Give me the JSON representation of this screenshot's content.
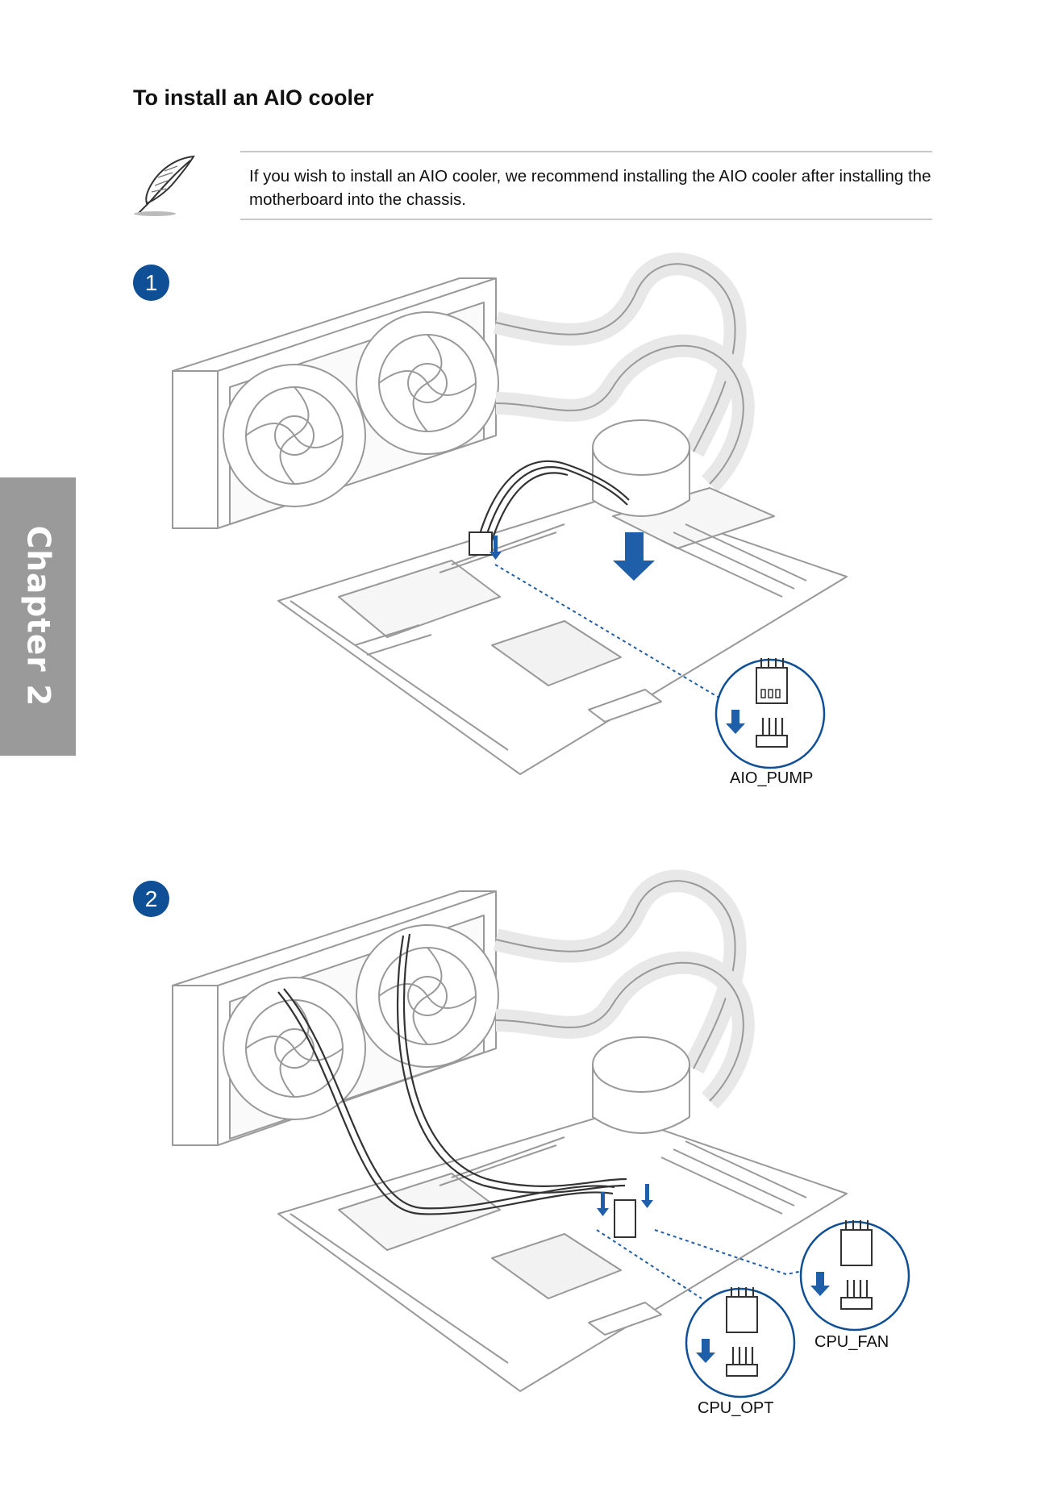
{
  "section_title": "To install an AIO cooler",
  "note": {
    "icon": "feather-note-icon",
    "text": "If you wish to install an AIO cooler, we recommend installing the AIO cooler after installing the motherboard into the chassis."
  },
  "chapter_tab": "Chapter 2",
  "accent_color": "#0f4f95",
  "steps": [
    {
      "number": "1",
      "connectors": [
        "AIO_PUMP"
      ]
    },
    {
      "number": "2",
      "connectors": [
        "CPU_FAN",
        "CPU_OPT"
      ]
    }
  ]
}
